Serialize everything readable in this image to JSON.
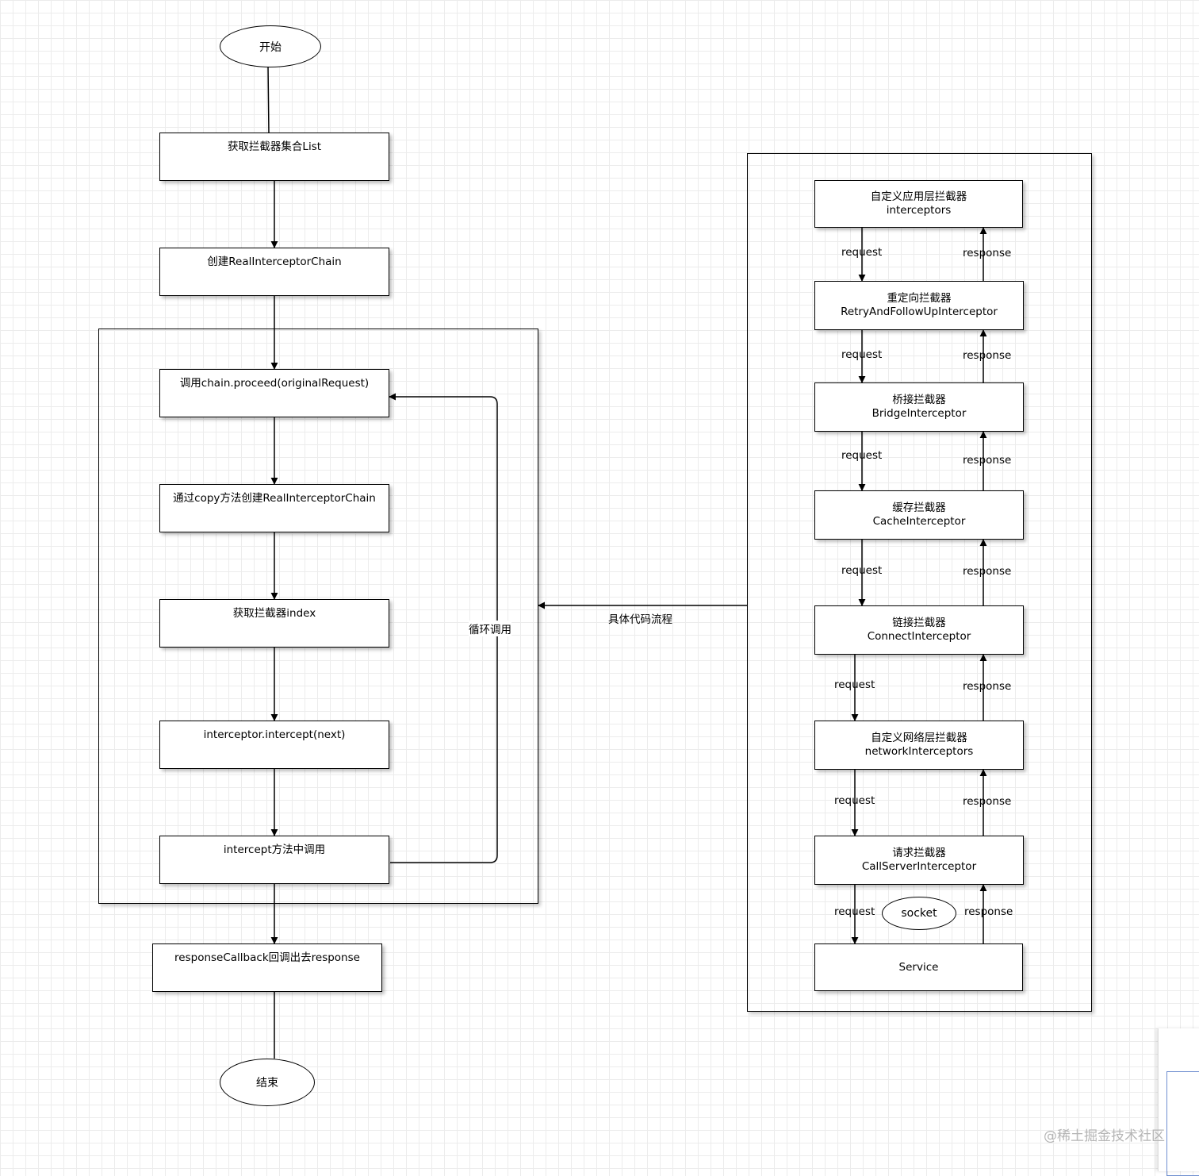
{
  "left_flow": {
    "start": "开始",
    "steps": [
      "获取拦截器集合List",
      "创建RealInterceptorChain",
      "调用chain.proceed(originalRequest)",
      "通过copy方法创建RealInterceptorChain",
      "获取拦截器index",
      "interceptor.intercept(next)",
      "intercept方法中调用",
      "responseCallback回调出去response"
    ],
    "loop_label": "循环调用",
    "end": "结束"
  },
  "link_label": "具体代码流程",
  "right_chain": {
    "interceptors": [
      {
        "cn": "自定义应用层拦截器",
        "en": "interceptors"
      },
      {
        "cn": "重定向拦截器",
        "en": "RetryAndFollowUpInterceptor"
      },
      {
        "cn": "桥接拦截器",
        "en": "BridgeInterceptor"
      },
      {
        "cn": "缓存拦截器",
        "en": "CacheInterceptor"
      },
      {
        "cn": "链接拦截器",
        "en": "ConnectInterceptor"
      },
      {
        "cn": "自定义网络层拦截器",
        "en": "networkInterceptors"
      },
      {
        "cn": "请求拦截器",
        "en": "CallServerInterceptor"
      }
    ],
    "service": "Service",
    "socket": "socket",
    "request_label": "request",
    "response_label": "response"
  },
  "watermark": "@稀土掘金技术社区"
}
